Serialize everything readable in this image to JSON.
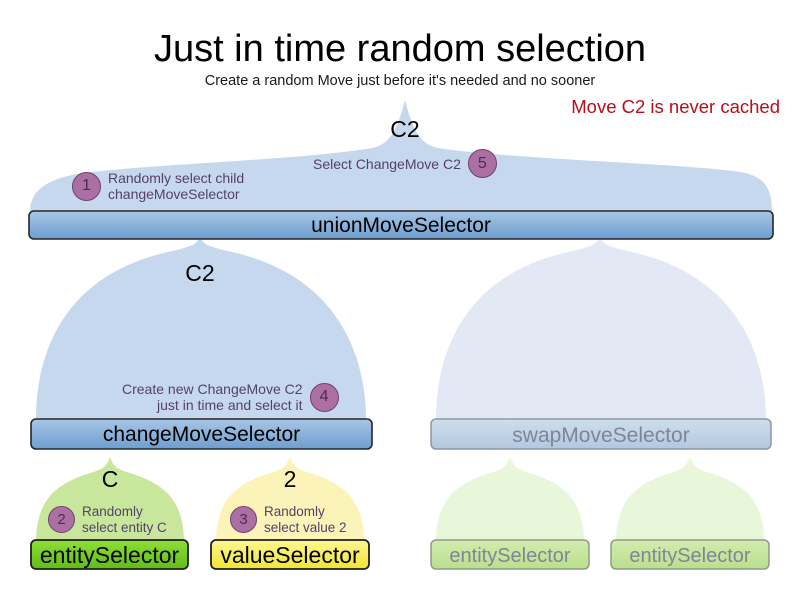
{
  "header": {
    "title": "Just in time random selection",
    "subtitle": "Create a random Move just before it's needed and no sooner",
    "warning": "Move C2 is never cached",
    "warning_color": "#b5101a"
  },
  "palette": {
    "blue_balloon": "#c5d8ed",
    "blue_balloon_faded": "#e2e8f4",
    "blue_box_top": "#9fc0e3",
    "blue_box_bottom": "#6f9fd0",
    "blue_box_faded": "#bdd0e4",
    "green_balloon": "#c9e79c",
    "green_balloon_faded": "#e8f6d9",
    "green_box": "#79d126",
    "green_box_faded": "#c3e59a",
    "yellow_balloon": "#fbf3b8",
    "yellow_box": "#f7ec55",
    "badge_fill": "#ab6fa4",
    "badge_border": "#6f4269",
    "annotation_text": "#55416b",
    "faded_label": "#7e8696",
    "outline": "#2b2b2b",
    "outline_faded": "#8d96a4"
  },
  "nodes": {
    "union": {
      "label": "unionMoveSelector",
      "faded": false
    },
    "change": {
      "label": "changeMoveSelector",
      "faded": false
    },
    "swap": {
      "label": "swapMoveSelector",
      "faded": true
    },
    "entity_c": {
      "label": "entitySelector",
      "faded": false
    },
    "value_2": {
      "label": "valueSelector",
      "faded": false
    },
    "swap_entity_left": {
      "label": "entitySelector",
      "faded": true
    },
    "swap_entity_right": {
      "label": "entitySelector",
      "faded": true
    }
  },
  "arrow_labels": {
    "to_caller": "C2",
    "union_from_change": "C2",
    "change_from_entity": "C",
    "change_from_value": "2"
  },
  "annotations": [
    {
      "number": "1",
      "text": "Randomly select child\nchangeMoveSelector",
      "align": "left"
    },
    {
      "number": "5",
      "text": "Select ChangeMove C2",
      "align": "right"
    },
    {
      "number": "4",
      "text": "Create new ChangeMove C2\njust in time and select it",
      "align": "right"
    },
    {
      "number": "2",
      "text": "Randomly\nselect entity C",
      "align": "left"
    },
    {
      "number": "3",
      "text": "Randomly\nselect value 2",
      "align": "left"
    }
  ]
}
